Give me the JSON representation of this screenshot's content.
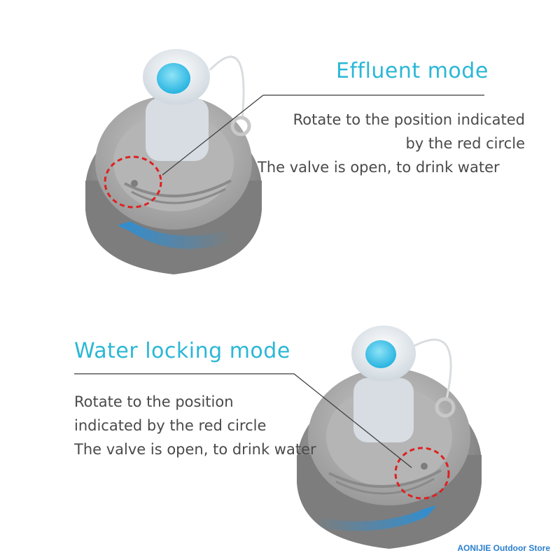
{
  "section1": {
    "title": "Effluent mode",
    "lines": [
      "Rotate to the position indicated",
      "by the red circle",
      "The valve is open, to drink water"
    ]
  },
  "section2": {
    "title": "Water locking mode",
    "lines": [
      "Rotate to the position",
      "indicated by the red circle",
      "The valve is open, to drink water"
    ]
  },
  "footer": {
    "store": "AONIJIE Outdoor Store"
  },
  "colors": {
    "accent": "#2bb7d6",
    "text": "#4a4a4a",
    "cap": "#8c8c8c",
    "marker": "#e02020",
    "store": "#2a7fcf"
  }
}
